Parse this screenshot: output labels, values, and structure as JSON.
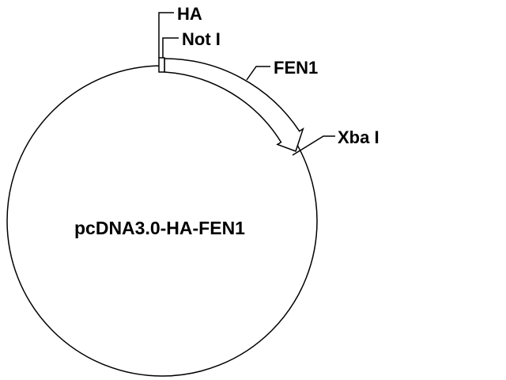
{
  "plasmid": {
    "name": "pcDNA3.0-HA-FEN1"
  },
  "features": {
    "ha_label": "HA",
    "not1_label": "Not I",
    "fen1_label": "FEN1",
    "xba1_label": "Xba I"
  },
  "colors": {
    "line": "#000000",
    "background": "#ffffff"
  }
}
